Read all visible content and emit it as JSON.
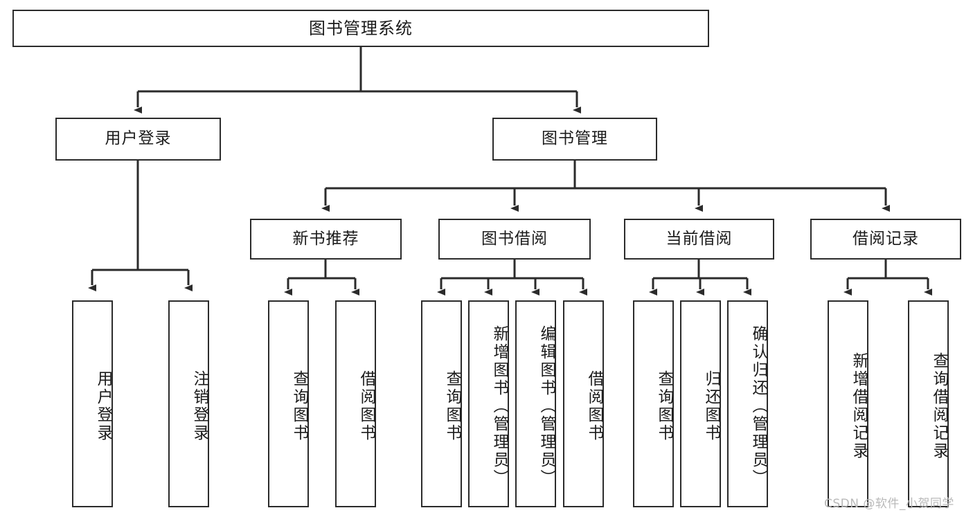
{
  "diagram": {
    "title": "图书管理系统",
    "type": "tree-hierarchy-chart",
    "line_color": "#2b2b2b",
    "box_fill": "#ffffff",
    "text_color": "#1b1b1b"
  },
  "nodes": {
    "root": {
      "label": "图书管理系统"
    },
    "level2": [
      {
        "label": "用户登录"
      },
      {
        "label": "图书管理"
      }
    ],
    "level3": [
      {
        "label": "新书推荐"
      },
      {
        "label": "图书借阅"
      },
      {
        "label": "当前借阅"
      },
      {
        "label": "借阅记录"
      }
    ],
    "leaves_user_login": [
      {
        "label": "用户登录"
      },
      {
        "label": "注销登录"
      }
    ],
    "leaves_new_book": [
      {
        "label": "查询图书"
      },
      {
        "label": "借阅图书"
      }
    ],
    "leaves_borrow": [
      {
        "label": "查询图书"
      },
      {
        "label": "新增图书（管理员）"
      },
      {
        "label": "编辑图书（管理员）"
      },
      {
        "label": "借阅图书"
      }
    ],
    "leaves_current": [
      {
        "label": "查询图书"
      },
      {
        "label": "归还图书"
      },
      {
        "label": "确认归还（管理员）"
      }
    ],
    "leaves_record": [
      {
        "label": "新增借阅记录"
      },
      {
        "label": "查询借阅记录"
      }
    ]
  },
  "watermark": {
    "text": "CSDN @软件_小贺同学",
    "color": "#b9b9b9"
  }
}
